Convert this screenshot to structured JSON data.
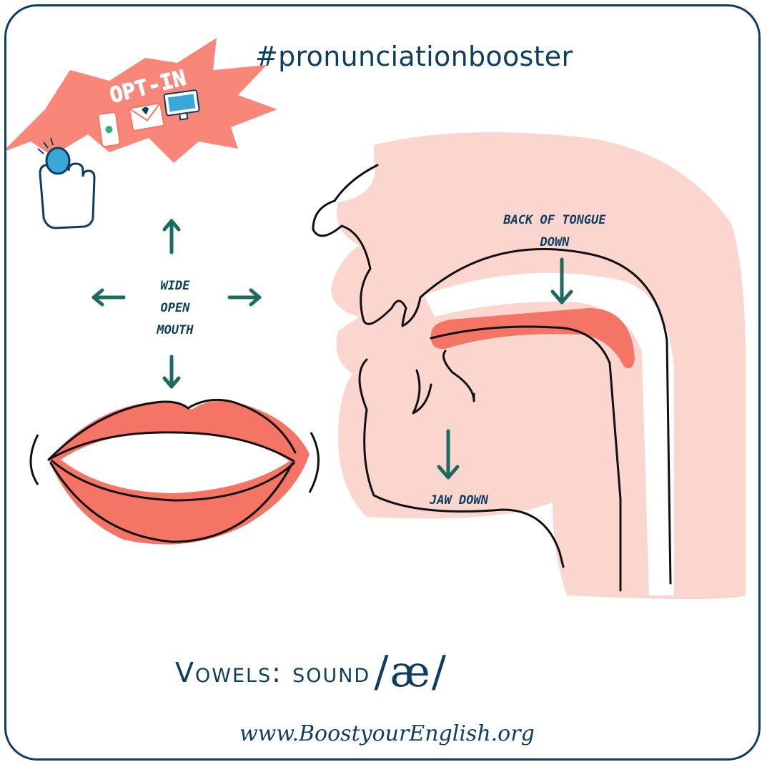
{
  "hashtag": "#pronunciationbooster",
  "optin": {
    "label": "OPT-IN"
  },
  "labels": {
    "mouth": [
      "WIDE",
      "OPEN",
      "MOUTH"
    ],
    "tongue": [
      "BACK OF TONGUE",
      "DOWN"
    ],
    "jaw": "JAW DOWN"
  },
  "title": {
    "prefix": "Vowels: sound",
    "ipa": "/æ/"
  },
  "website": "www.BoostyourEnglish.org",
  "colors": {
    "navy": "#0d3d5f",
    "arrow": "#1d6b5f",
    "coral": "#f47566",
    "blush": "#fbd6cf",
    "star": "#f8877a",
    "icon_blue": "#3aa7d9"
  },
  "icons": [
    "burst-star",
    "phone-icon",
    "envelope-icon",
    "monitor-icon",
    "hand-click-icon",
    "arrow-icon"
  ]
}
